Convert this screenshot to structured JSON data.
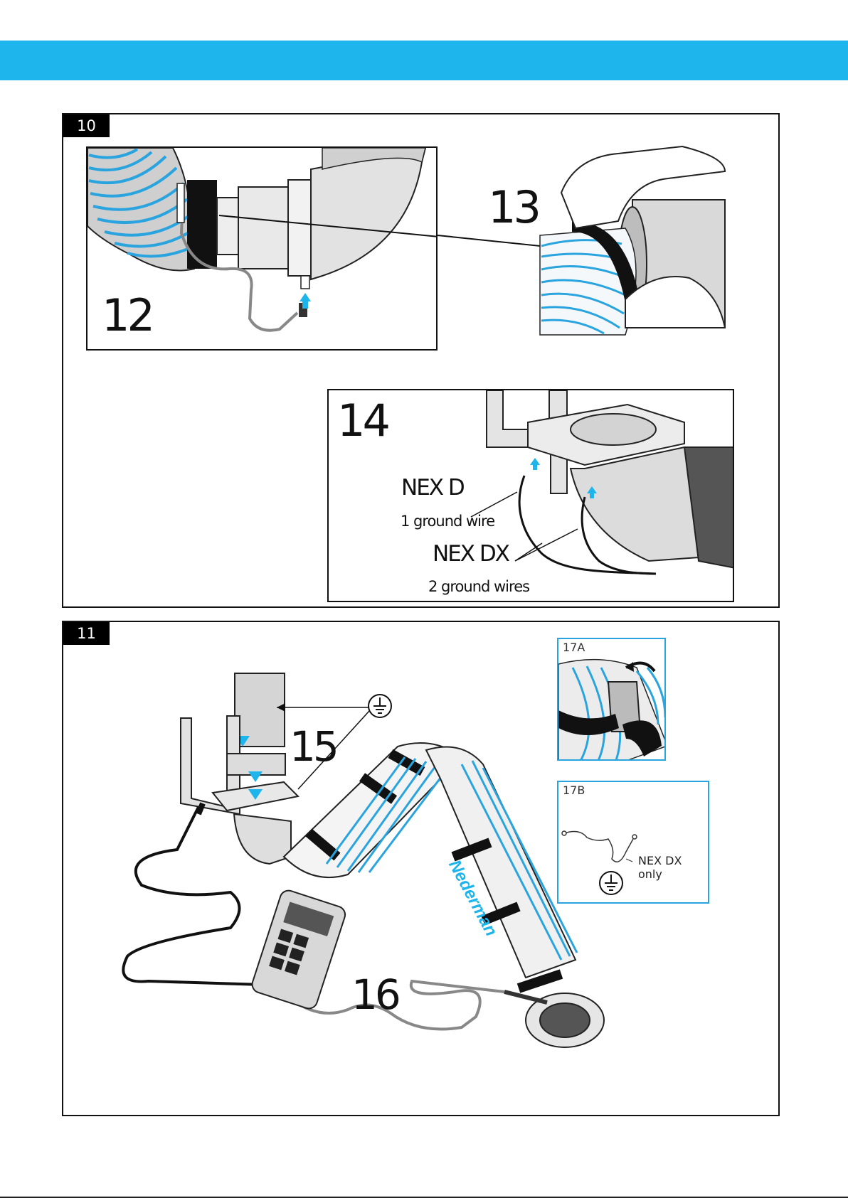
{
  "colors": {
    "brand_blue": "#1eb4ec",
    "hose_blue": "#2aa4de",
    "frame": "#111111"
  },
  "section10": {
    "step": "10",
    "fig12": "12",
    "fig13": "13",
    "fig14": "14",
    "nex_d": "NEX D",
    "nex_d_desc": "1 ground wire",
    "nex_dx": "NEX DX",
    "nex_dx_desc": "2 ground wires"
  },
  "section11": {
    "step": "11",
    "fig15": "15",
    "fig16": "16",
    "fig17a": "17A",
    "fig17b": "17B",
    "nex_dx_only": "NEX DX only",
    "brand_text": "Nederman",
    "ground_symbol": "ground-icon"
  }
}
